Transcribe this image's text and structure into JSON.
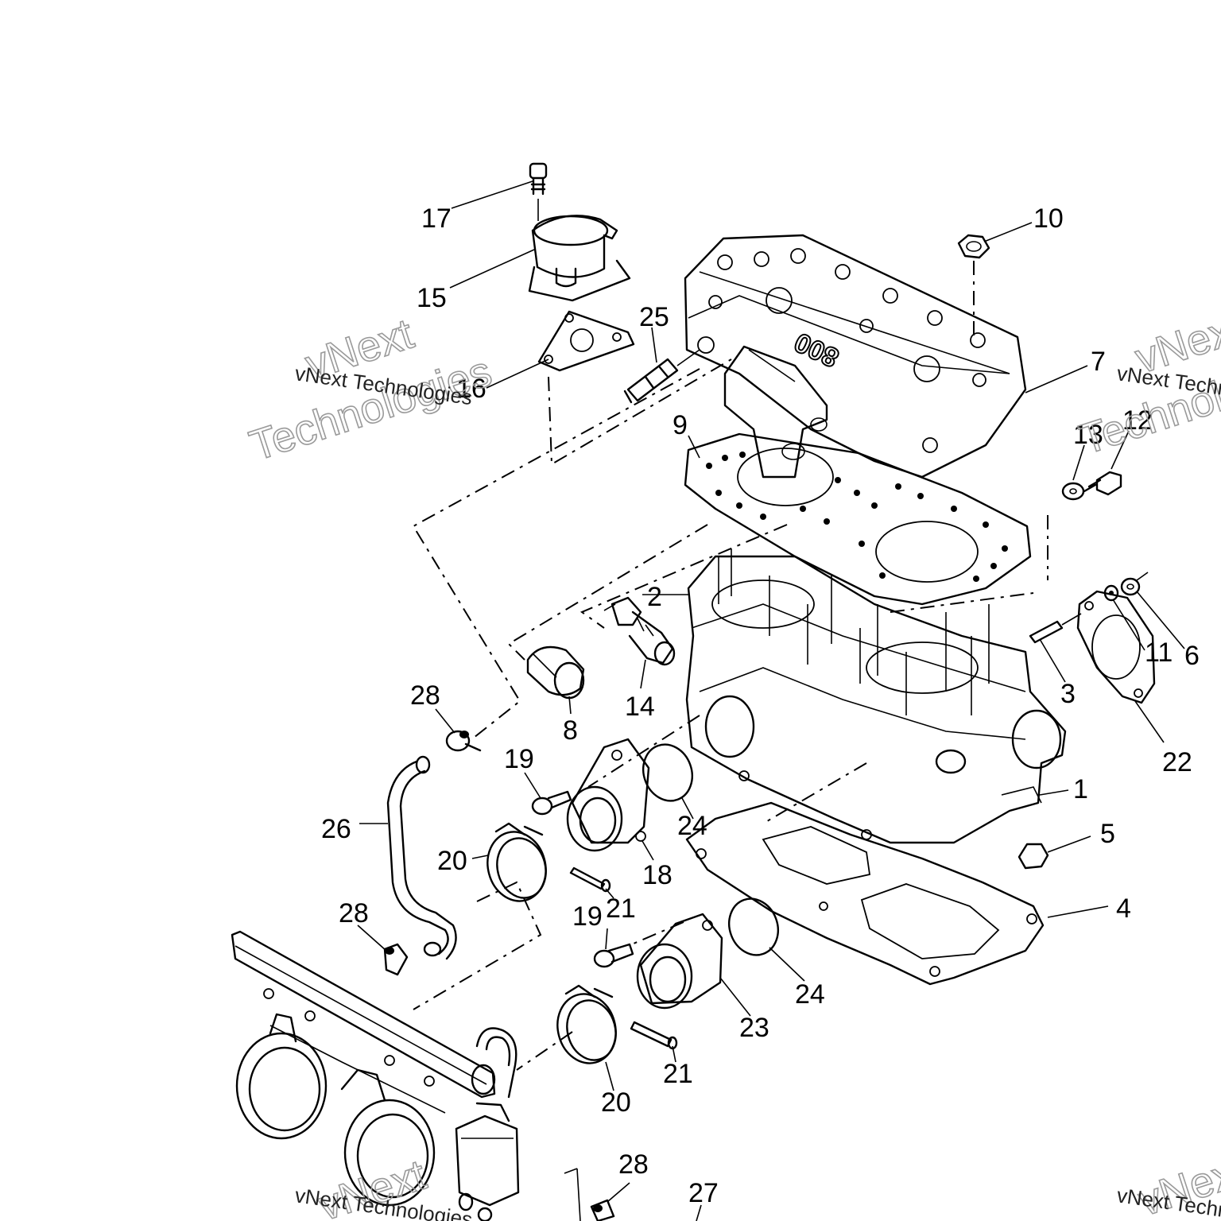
{
  "diagram": {
    "callouts": [
      {
        "id": "1",
        "label": "1"
      },
      {
        "id": "2",
        "label": "2"
      },
      {
        "id": "3",
        "label": "3"
      },
      {
        "id": "4",
        "label": "4"
      },
      {
        "id": "5",
        "label": "5"
      },
      {
        "id": "6",
        "label": "6"
      },
      {
        "id": "7",
        "label": "7"
      },
      {
        "id": "8",
        "label": "8"
      },
      {
        "id": "9",
        "label": "9"
      },
      {
        "id": "10",
        "label": "10"
      },
      {
        "id": "11",
        "label": "11"
      },
      {
        "id": "12",
        "label": "12"
      },
      {
        "id": "13",
        "label": "13"
      },
      {
        "id": "14",
        "label": "14"
      },
      {
        "id": "15",
        "label": "15"
      },
      {
        "id": "16",
        "label": "16"
      },
      {
        "id": "17",
        "label": "17"
      },
      {
        "id": "18",
        "label": "18"
      },
      {
        "id": "19a",
        "label": "19"
      },
      {
        "id": "19b",
        "label": "19"
      },
      {
        "id": "20a",
        "label": "20"
      },
      {
        "id": "20b",
        "label": "20"
      },
      {
        "id": "21a",
        "label": "21"
      },
      {
        "id": "21b",
        "label": "21"
      },
      {
        "id": "22",
        "label": "22"
      },
      {
        "id": "23",
        "label": "23"
      },
      {
        "id": "24a",
        "label": "24"
      },
      {
        "id": "24b",
        "label": "24"
      },
      {
        "id": "25",
        "label": "25"
      },
      {
        "id": "26",
        "label": "26"
      },
      {
        "id": "27",
        "label": "27"
      },
      {
        "id": "28a",
        "label": "28"
      },
      {
        "id": "28b",
        "label": "28"
      },
      {
        "id": "28c",
        "label": "28"
      }
    ],
    "head_marking": "800"
  },
  "watermark": {
    "brand_line1": "vNext",
    "brand_line2": "Technologies",
    "caption": "vNext Technologies"
  }
}
